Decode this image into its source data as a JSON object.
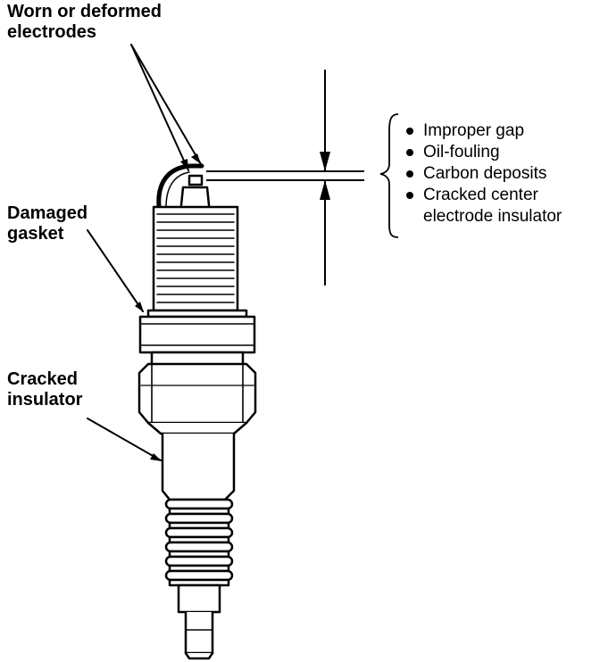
{
  "colors": {
    "ink": "#000000",
    "paper": "#ffffff"
  },
  "labels": {
    "electrodes": [
      "Worn or deformed",
      "electrodes"
    ],
    "gasket": [
      "Damaged",
      "gasket"
    ],
    "insulator": [
      "Cracked",
      "insulator"
    ]
  },
  "gap_checks": [
    [
      "Improper gap"
    ],
    [
      "Oil-fouling"
    ],
    [
      "Carbon deposits"
    ],
    [
      "Cracked center",
      "electrode insulator"
    ]
  ]
}
